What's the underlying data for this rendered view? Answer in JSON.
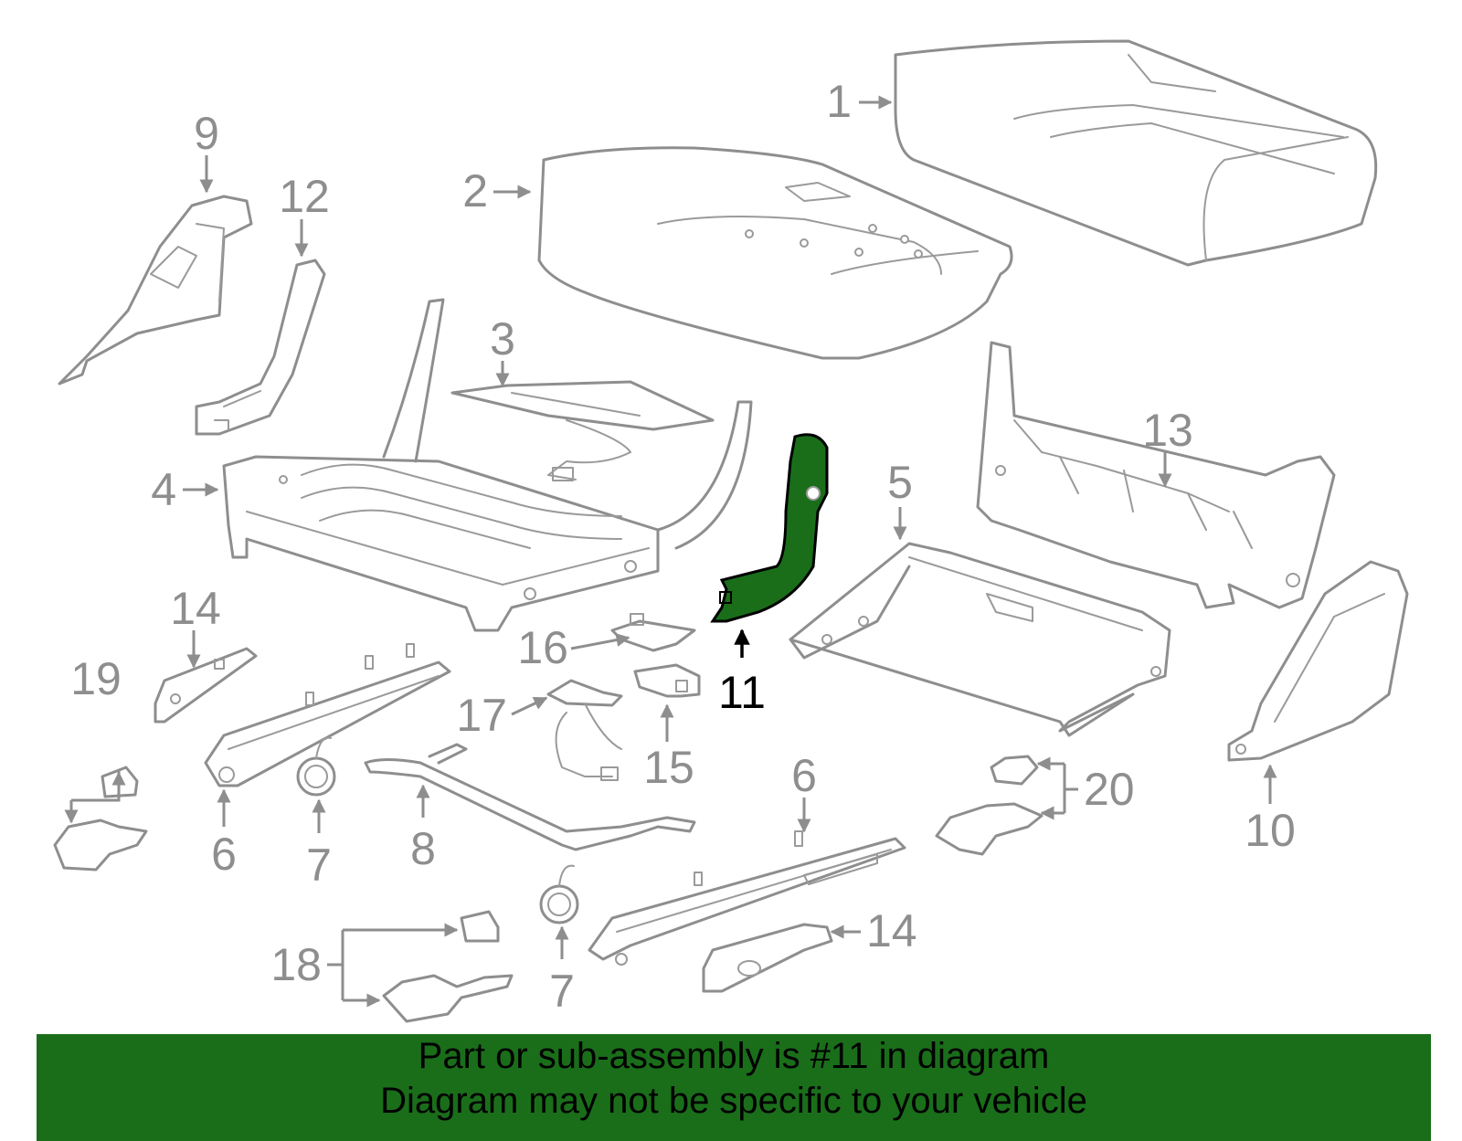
{
  "diagram": {
    "highlight_color": "#1a6e1a",
    "part_line_color": "#8e8e8e",
    "callouts": {
      "c1": "1",
      "c2": "2",
      "c3": "3",
      "c4": "4",
      "c5": "5",
      "c6a": "6",
      "c6b": "6",
      "c7a": "7",
      "c7b": "7",
      "c8": "8",
      "c9": "9",
      "c10": "10",
      "c11": "11",
      "c12": "12",
      "c13": "13",
      "c14a": "14",
      "c14b": "14",
      "c15": "15",
      "c16": "16",
      "c17": "17",
      "c18": "18",
      "c19": "19",
      "c20": "20"
    }
  },
  "banner": {
    "background": "#1a6e1a",
    "line1": "Part or sub-assembly is #11 in diagram",
    "line2": "Diagram may not be specific to your vehicle"
  }
}
